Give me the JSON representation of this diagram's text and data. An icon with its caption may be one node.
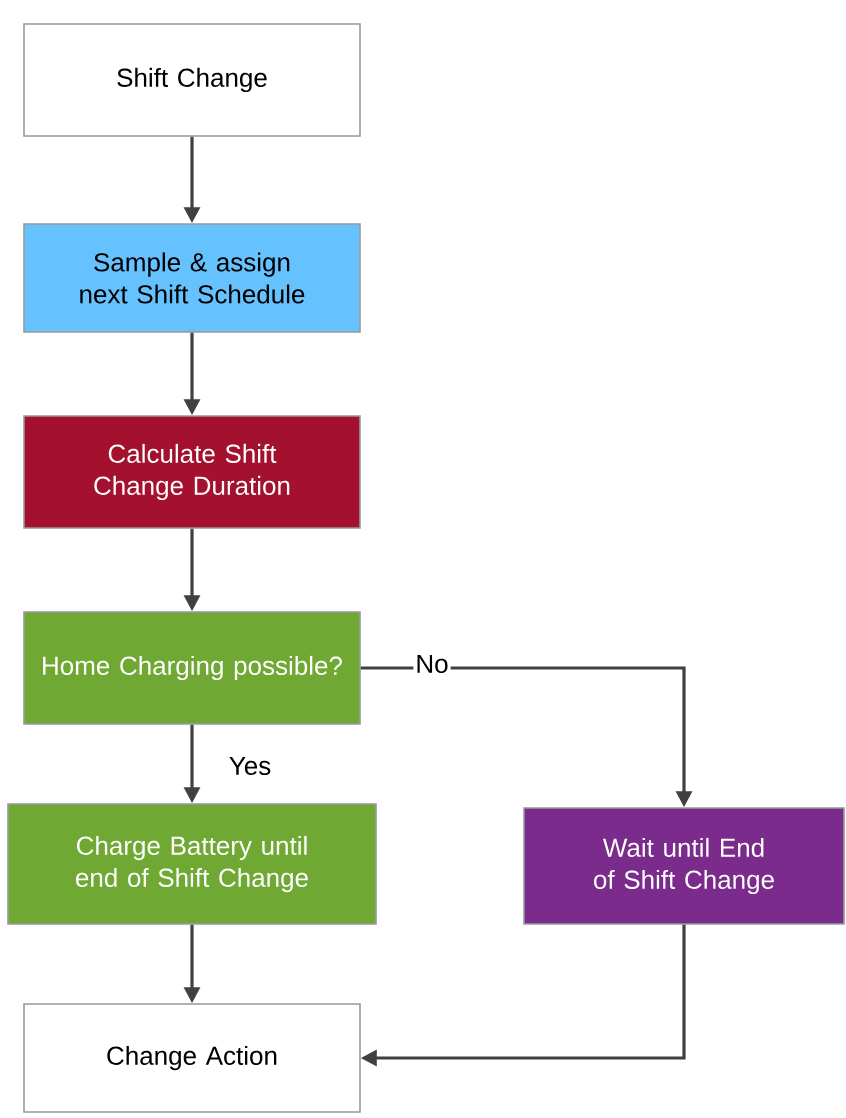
{
  "diagram": {
    "nodes": [
      {
        "text": [
          "Shift Change"
        ]
      },
      {
        "text": [
          "Sample & assign next Shift Schedule"
        ]
      },
      {
        "text": [
          "Calculate Shift Change Duration"
        ]
      },
      {
        "text": [
          "Home Charging possible?"
        ]
      },
      {
        "text": [
          "Charge Battery until end of Shift Change"
        ]
      },
      {
        "text": [
          "Wait until End of Shift Change"
        ]
      },
      {
        "text": [
          "Change Action"
        ]
      }
    ],
    "edges": [
      {
        "from": 0,
        "to": 1,
        "arrow": "to"
      },
      {
        "from": 1,
        "to": 2,
        "arrow": "to"
      },
      {
        "from": 2,
        "to": 3,
        "arrow": "to"
      },
      {
        "from": 3,
        "to": 4,
        "arrow": "to",
        "label": "Yes"
      },
      {
        "from": 3,
        "to": 5,
        "arrow": "to",
        "label": "No"
      },
      {
        "from": 4,
        "to": 6,
        "arrow": "to"
      },
      {
        "from": 5,
        "to": 6,
        "arrow": "to"
      }
    ]
  }
}
